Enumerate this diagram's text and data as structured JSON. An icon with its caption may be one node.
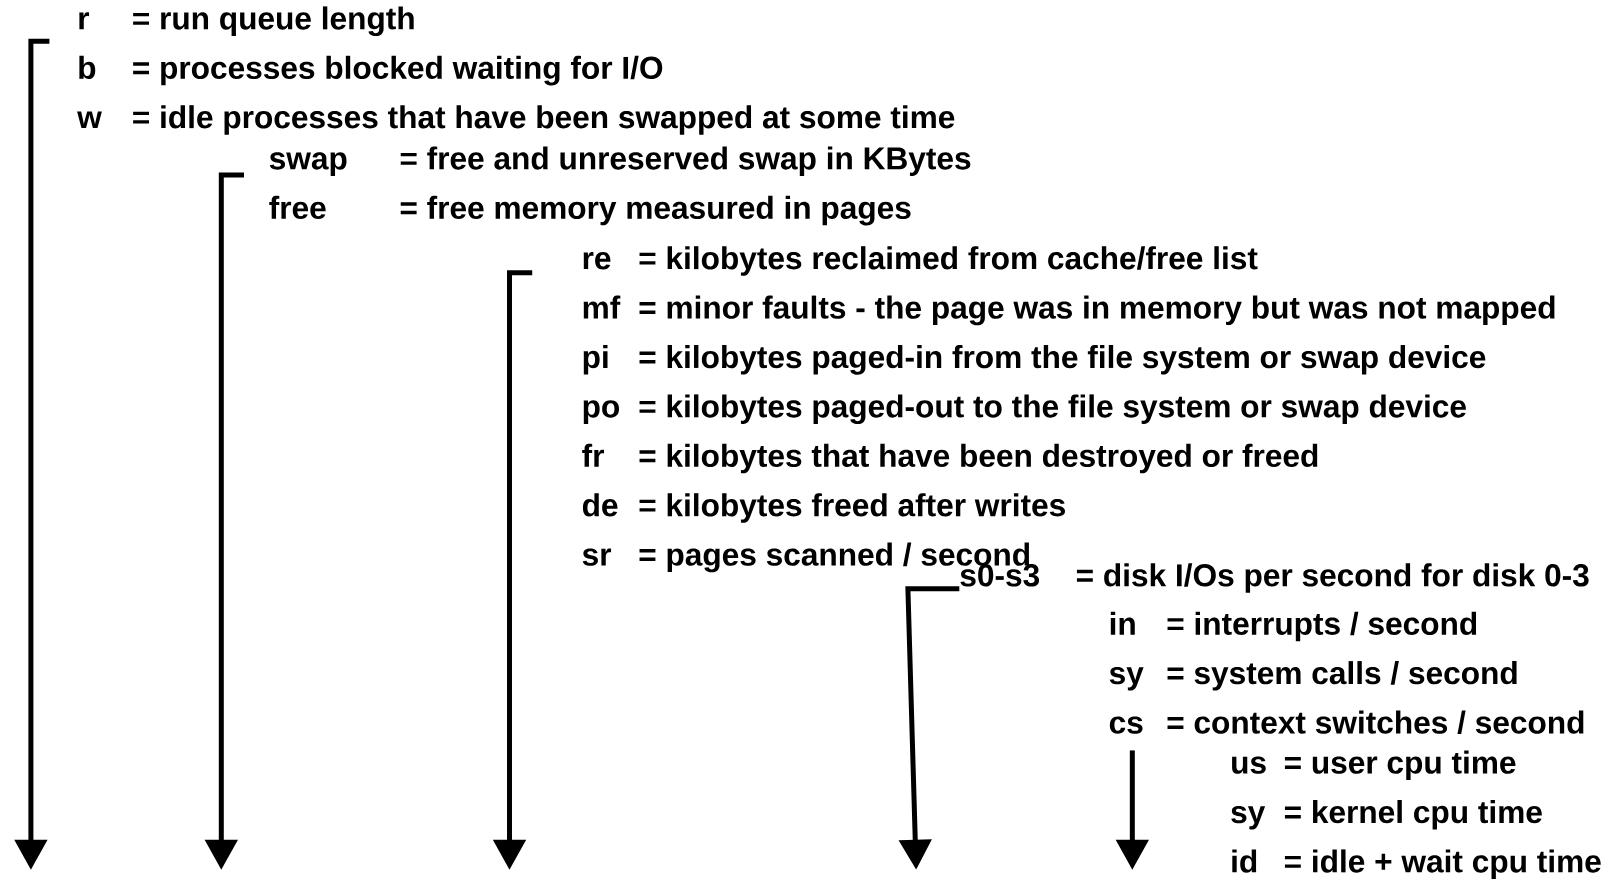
{
  "diagram": {
    "nodes": [
      {
        "text": [
          "r",
          "= run queue length",
          "b",
          "= processes blocked waiting for I/O",
          "w",
          "= idle processes that have been swapped at some time"
        ]
      },
      {
        "text": [
          "swap",
          "= free and unreserved swap in KBytes",
          "free",
          "= free memory measured in pages"
        ]
      },
      {
        "text": [
          "re",
          "= kilobytes reclaimed from cache/free list",
          "mf",
          "= minor faults - the page was in memory but was not mapped",
          "pi",
          "= kilobytes paged-in from the file system or swap device",
          "po",
          "= kilobytes paged-out to the file system or swap device",
          "fr",
          "= kilobytes that have been destroyed or freed",
          "de",
          "= kilobytes freed after writes",
          "sr",
          "= pages scanned / second"
        ]
      },
      {
        "text": [
          "s0-s3",
          "= disk I/Os per second for disk 0-3"
        ]
      },
      {
        "text": [
          "in",
          "= interrupts / second",
          "sy",
          "= system calls / second",
          "cs",
          "= context switches / second"
        ]
      },
      {
        "text": [
          "us",
          "= user cpu time",
          "sy",
          "= kernel cpu time",
          "id",
          "= idle + wait cpu time"
        ]
      }
    ],
    "edges": [
      {
        "from": 0,
        "to": null,
        "arrow": "to"
      },
      {
        "from": 1,
        "to": null,
        "arrow": "to"
      },
      {
        "from": 2,
        "to": null,
        "arrow": "to"
      },
      {
        "from": 3,
        "to": null,
        "arrow": "to"
      },
      {
        "from": 4,
        "to": null,
        "arrow": "to"
      }
    ]
  }
}
